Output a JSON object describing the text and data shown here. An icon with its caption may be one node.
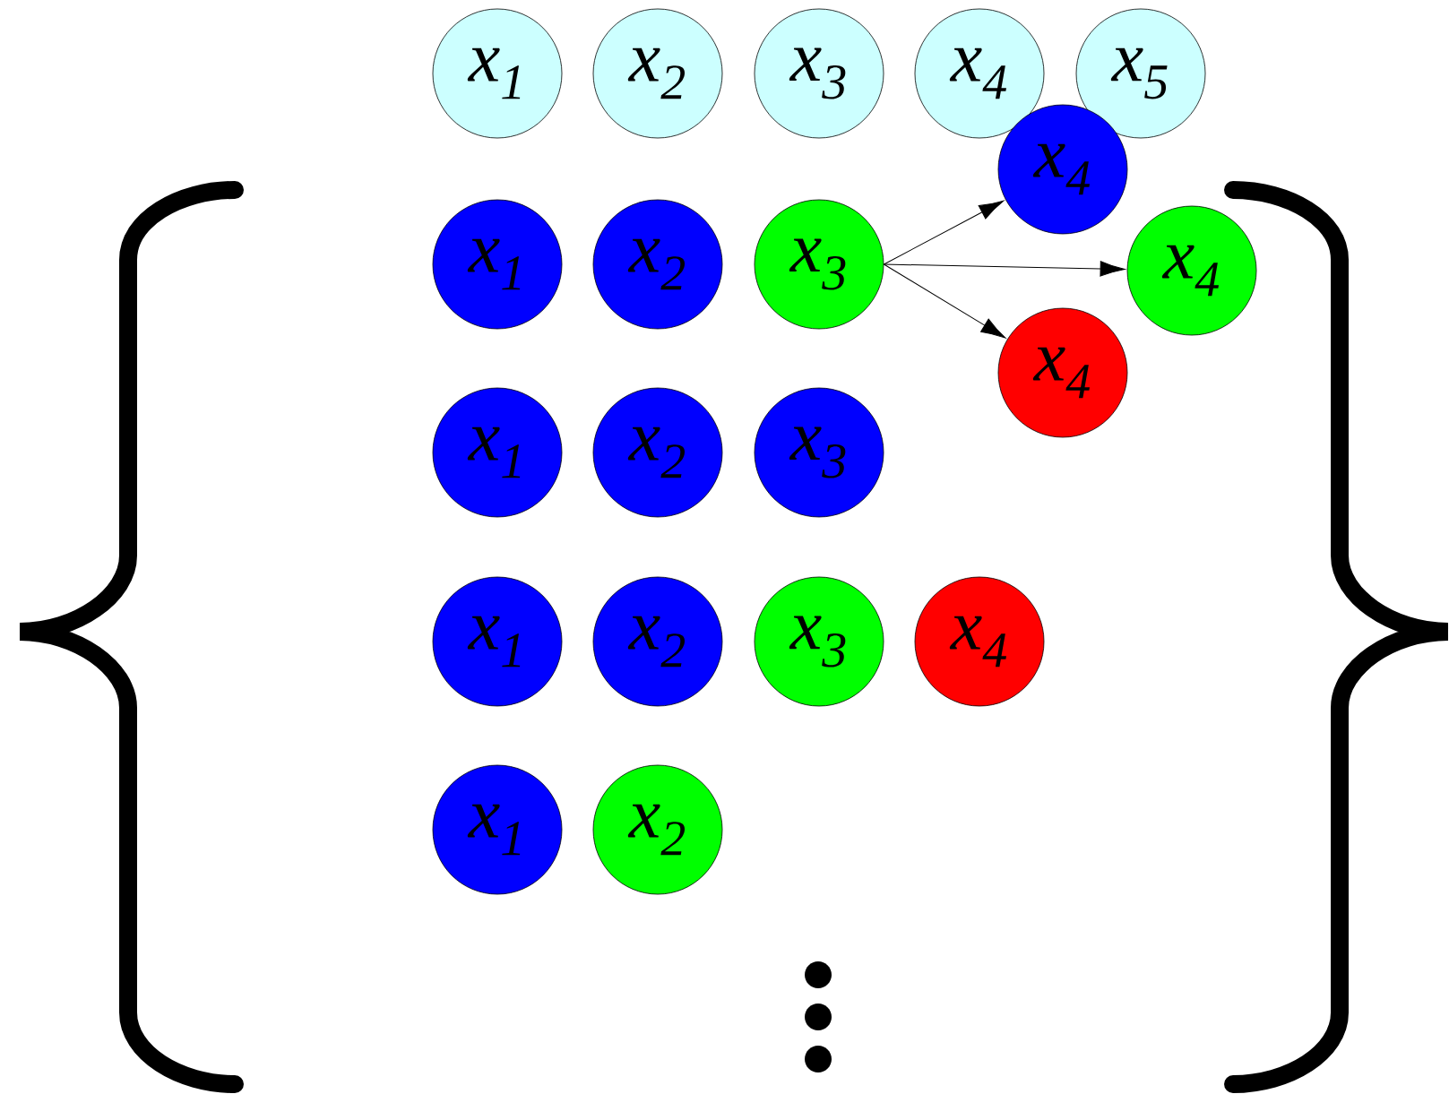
{
  "diagram": {
    "nodes": [
      {
        "text": [
          "x$_{1}$"
        ]
      },
      {
        "text": [
          "x$_{2}$"
        ]
      },
      {
        "text": [
          "x$_{3}$"
        ]
      },
      {
        "text": [
          "x$_{4}$"
        ]
      },
      {
        "text": [
          "x$_{5}$"
        ]
      },
      {
        "text": [
          "x$_{4}$"
        ]
      },
      {
        "text": [
          "x$_{1}$"
        ]
      },
      {
        "text": [
          "x$_{2}$"
        ]
      },
      {
        "text": [
          "x$_{3}$"
        ]
      },
      {
        "text": [
          "x$_{4}$"
        ]
      },
      {
        "text": [
          "x$_{4}$"
        ]
      },
      {
        "text": [
          "x$_{1}$"
        ]
      },
      {
        "text": [
          "x$_{2}$"
        ]
      },
      {
        "text": [
          "x$_{3}$"
        ]
      },
      {
        "text": [
          "x$_{1}$"
        ]
      },
      {
        "text": [
          "x$_{2}$"
        ]
      },
      {
        "text": [
          "x$_{3}$"
        ]
      },
      {
        "text": [
          "x$_{4}$"
        ]
      },
      {
        "text": [
          "x$_{1}$"
        ]
      },
      {
        "text": [
          "x$_{2}$"
        ]
      }
    ],
    "edges": [
      {
        "from": 8,
        "to": 5,
        "arrow": "to"
      },
      {
        "from": 8,
        "to": 9,
        "arrow": "to"
      },
      {
        "from": 8,
        "to": 10,
        "arrow": "to"
      }
    ]
  }
}
